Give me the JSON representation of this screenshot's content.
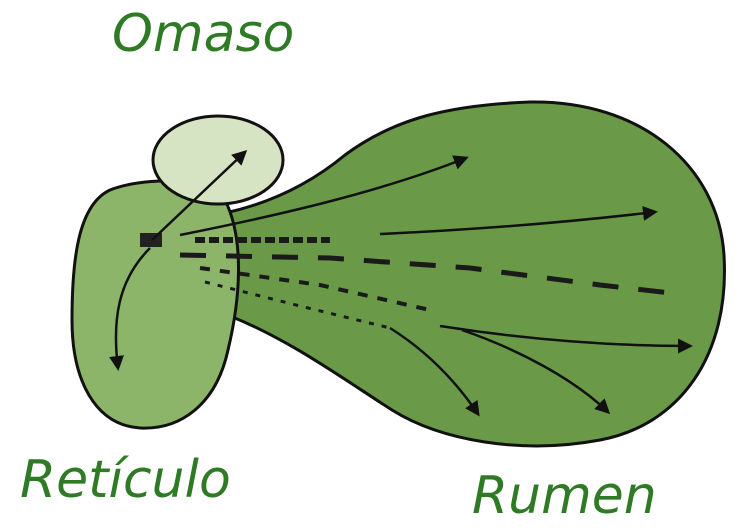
{
  "labels": {
    "omaso": "Omaso",
    "reticulo": "Retículo",
    "rumen": "Rumen"
  },
  "colors": {
    "label_text": "#2f7a25",
    "rumen_fill": "#6a9a48",
    "reticulo_fill": "#8db56a",
    "omaso_fill": "#d6e4c4",
    "outline": "#111111"
  }
}
